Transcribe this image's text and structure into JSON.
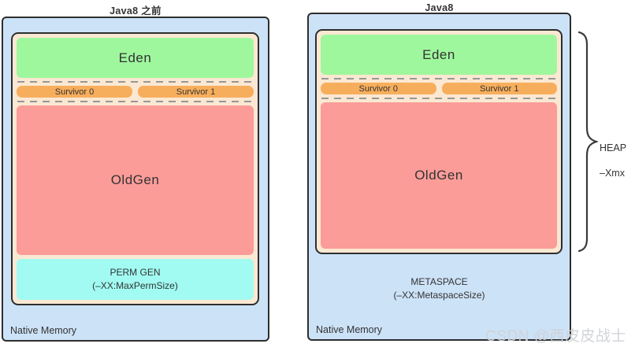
{
  "left_panel": {
    "title": "Java8 之前",
    "native_memory_label": "Native Memory",
    "heap": {
      "eden": "Eden",
      "survivor0": "Survivor 0",
      "survivor1": "Survivor 1",
      "oldgen": "OldGen",
      "permgen": {
        "title": "PERM GEN",
        "subtitle": "(–XX:MaxPermSize)"
      }
    }
  },
  "right_panel": {
    "title": "Java8",
    "native_memory_label": "Native Memory",
    "heap": {
      "eden": "Eden",
      "survivor0": "Survivor 0",
      "survivor1": "Survivor 1",
      "oldgen": "OldGen"
    },
    "metaspace": {
      "title": "METASPACE",
      "subtitle": "(–XX:MetaspaceSize)"
    },
    "heap_annotation": {
      "line1": "HEAP",
      "line2": "–Xmx"
    }
  },
  "watermark": "CSDN @西皮皮战士",
  "colors": {
    "native_memory_bg": "#CCE2F7",
    "heap_container_bg": "#FBE8D2",
    "eden": "#9FF79D",
    "survivor": "#F7AE5C",
    "oldgen": "#FB9C98",
    "permgen": "#A1FBF2",
    "border": "#2E2E2E",
    "dashed_separator": "#979797"
  }
}
